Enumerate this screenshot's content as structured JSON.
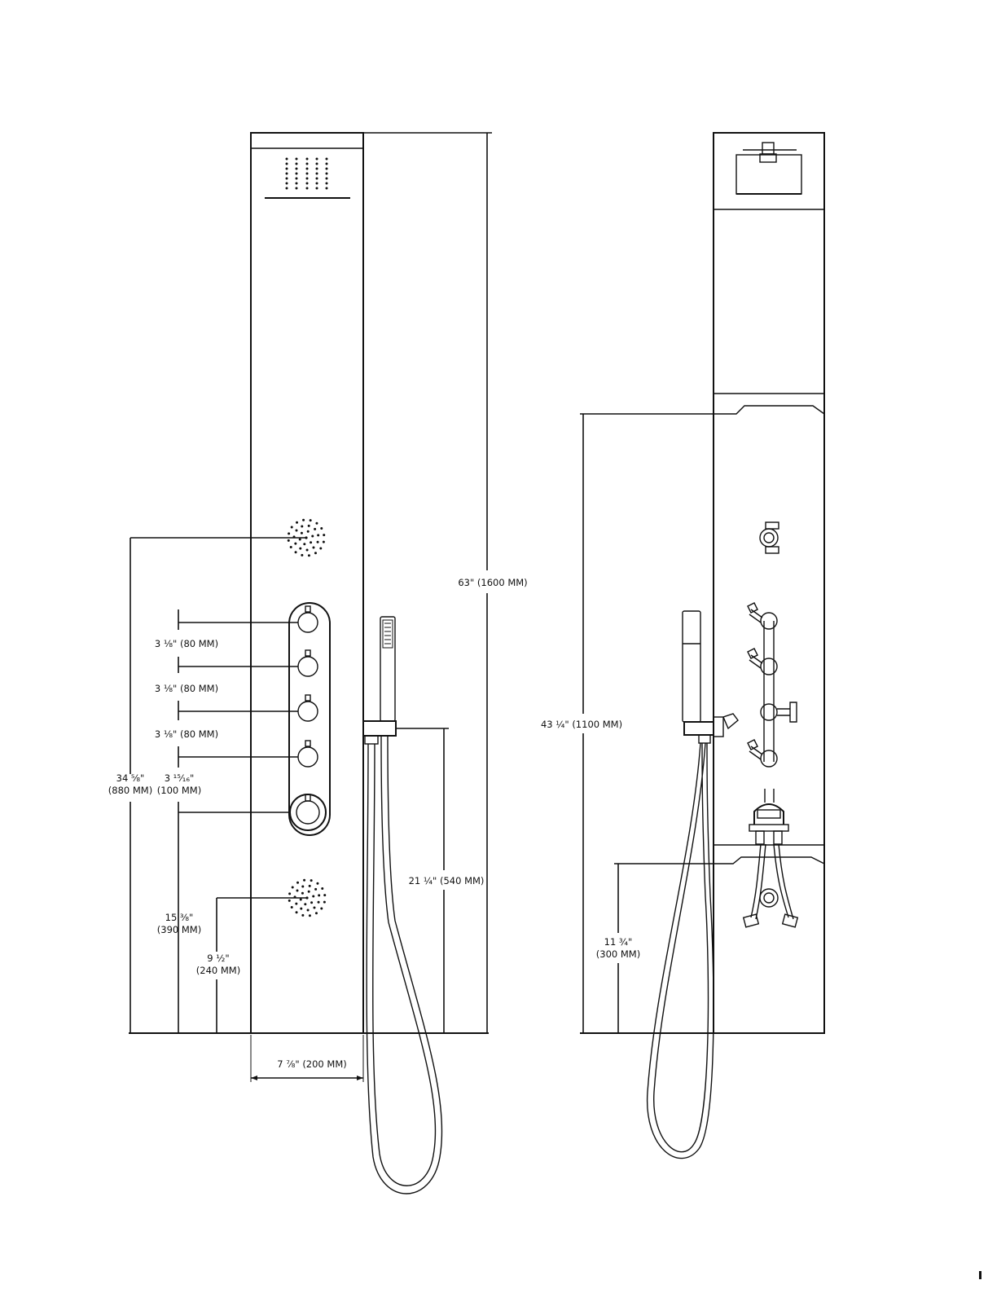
{
  "dimensions": {
    "overall_height": "63\" (1600 MM)",
    "spacing_1": "3 ⅛\" (80 MM)",
    "spacing_2": "3 ⅛\" (80 MM)",
    "spacing_3": "3 ⅛\" (80 MM)",
    "spacing_4_line1": "3 ¹⁵⁄₁₆\"",
    "spacing_4_line2": "(100 MM)",
    "upper_jet_line1": "34 ⅝\"",
    "upper_jet_line2": "(880 MM)",
    "main_knob_line1": "15 ⅜\"",
    "main_knob_line2": "(390 MM)",
    "lower_jet_line1": "9 ½\"",
    "lower_jet_line2": "(240 MM)",
    "handshower_holder": "21 ¼\" (540 MM)",
    "panel_width": "7 ⅞\" (200 MM)",
    "side_upper": "43 ¼\" (1100 MM)",
    "side_lower_line1": "11 ¾\"",
    "side_lower_line2": "(300 MM)"
  },
  "colors": {
    "line": "#111111",
    "background": "#ffffff"
  }
}
